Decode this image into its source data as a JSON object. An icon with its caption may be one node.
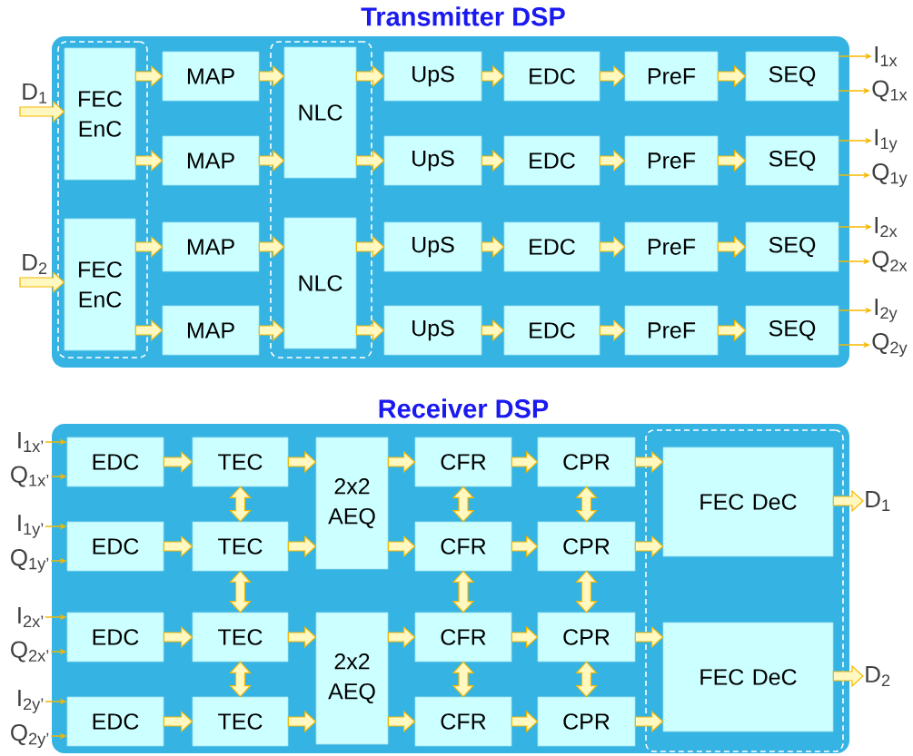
{
  "diagram": {
    "nodes": [
      {
        "text": [
          "Transmitter DSP"
        ]
      },
      {
        "text": [],
        "shape": "box",
        "in": 0
      },
      {
        "text": [
          "FEC EnC"
        ],
        "in": 1
      },
      {
        "text": [
          "FEC EnC"
        ],
        "in": 1
      },
      {
        "text": [
          "MAP"
        ],
        "in": 0
      },
      {
        "text": [
          "MAP"
        ],
        "in": 0
      },
      {
        "text": [
          "MAP"
        ],
        "in": 0
      },
      {
        "text": [
          "MAP"
        ],
        "in": 0
      },
      {
        "text": [],
        "shape": "box",
        "in": 0
      },
      {
        "text": [
          "NLC"
        ],
        "in": 8
      },
      {
        "text": [
          "NLC"
        ],
        "in": 8
      },
      {
        "text": [
          "UpS"
        ],
        "in": 0
      },
      {
        "text": [
          "UpS"
        ],
        "in": 0
      },
      {
        "text": [
          "UpS"
        ],
        "in": 0
      },
      {
        "text": [
          "UpS"
        ],
        "in": 0
      },
      {
        "text": [
          "EDC"
        ],
        "in": 0
      },
      {
        "text": [
          "EDC"
        ],
        "in": 0
      },
      {
        "text": [
          "EDC"
        ],
        "in": 0
      },
      {
        "text": [
          "EDC"
        ],
        "in": 0
      },
      {
        "text": [
          "PreF"
        ],
        "in": 0
      },
      {
        "text": [
          "PreF"
        ],
        "in": 0
      },
      {
        "text": [
          "PreF"
        ],
        "in": 0
      },
      {
        "text": [
          "PreF"
        ],
        "in": 0
      },
      {
        "text": [
          "SEQ"
        ],
        "in": 0
      },
      {
        "text": [
          "SEQ"
        ],
        "in": 0
      },
      {
        "text": [
          "SEQ"
        ],
        "in": 0
      },
      {
        "text": [
          "SEQ"
        ],
        "in": 0
      },
      {
        "text": [
          "D$_{1}$"
        ]
      },
      {
        "text": [
          "D$_{2}$"
        ]
      },
      {
        "text": [
          "I$_{1x}$"
        ]
      },
      {
        "text": [
          "Q$_{1x}$"
        ]
      },
      {
        "text": [
          "I$_{1y}$"
        ]
      },
      {
        "text": [
          "Q$_{1y}$"
        ]
      },
      {
        "text": [
          "I$_{2x}$"
        ]
      },
      {
        "text": [
          "Q$_{2x}$"
        ]
      },
      {
        "text": [
          "I$_{2y}$"
        ]
      },
      {
        "text": [
          "Q$_{2y}$"
        ]
      },
      {
        "text": [
          "Receiver DSP"
        ]
      },
      {
        "text": [
          "I$_{1x’}$"
        ]
      },
      {
        "text": [
          "Q$_{1x’}$"
        ]
      },
      {
        "text": [
          "I$_{1y’}$"
        ]
      },
      {
        "text": [
          "Q$_{1y’}$"
        ]
      },
      {
        "text": [
          "I$_{2x’}$"
        ]
      },
      {
        "text": [
          "Q$_{2x’}$"
        ]
      },
      {
        "text": [
          "I$_{2y’}$"
        ]
      },
      {
        "text": [
          "Q$_{2y’}$"
        ]
      },
      {
        "text": [
          "EDC"
        ],
        "in": 37
      },
      {
        "text": [
          "EDC"
        ],
        "in": 37
      },
      {
        "text": [
          "EDC"
        ],
        "in": 37
      },
      {
        "text": [
          "EDC"
        ],
        "in": 37
      },
      {
        "text": [
          "TEC"
        ],
        "in": 37
      },
      {
        "text": [
          "TEC"
        ],
        "in": 37
      },
      {
        "text": [
          "TEC"
        ],
        "in": 37
      },
      {
        "text": [
          "TEC"
        ],
        "in": 37
      },
      {
        "text": [
          "2x2 AEQ"
        ],
        "in": 37
      },
      {
        "text": [
          "2x2 AEQ"
        ],
        "in": 37
      },
      {
        "text": [
          "CFR"
        ],
        "in": 37
      },
      {
        "text": [
          "CFR"
        ],
        "in": 37
      },
      {
        "text": [
          "CFR"
        ],
        "in": 37
      },
      {
        "text": [
          "CFR"
        ],
        "in": 37
      },
      {
        "text": [
          "CPR"
        ],
        "in": 37
      },
      {
        "text": [
          "CPR"
        ],
        "in": 37
      },
      {
        "text": [
          "CPR"
        ],
        "in": 37
      },
      {
        "text": [
          "CPR"
        ],
        "in": 37
      },
      {
        "text": [],
        "shape": "box",
        "in": 37
      },
      {
        "text": [
          "FEC DeC"
        ],
        "in": 64
      },
      {
        "text": [
          "FEC DeC"
        ],
        "in": 64
      },
      {
        "text": [
          "D$_{1}$"
        ]
      },
      {
        "text": [
          "D$_{2}$"
        ]
      }
    ],
    "edges": [
      {
        "from": 27,
        "to": 2,
        "arrow": "to"
      },
      {
        "from": 28,
        "to": 3,
        "arrow": "to"
      },
      {
        "from": 2,
        "to": 4,
        "arrow": "to"
      },
      {
        "from": 2,
        "to": 5,
        "arrow": "to"
      },
      {
        "from": 3,
        "to": 6,
        "arrow": "to"
      },
      {
        "from": 3,
        "to": 7,
        "arrow": "to"
      },
      {
        "from": 4,
        "to": 9,
        "arrow": "to"
      },
      {
        "from": 5,
        "to": 9,
        "arrow": "to"
      },
      {
        "from": 6,
        "to": 10,
        "arrow": "to"
      },
      {
        "from": 7,
        "to": 10,
        "arrow": "to"
      },
      {
        "from": 9,
        "to": 11,
        "arrow": "to"
      },
      {
        "from": 9,
        "to": 12,
        "arrow": "to"
      },
      {
        "from": 10,
        "to": 13,
        "arrow": "to"
      },
      {
        "from": 10,
        "to": 14,
        "arrow": "to"
      },
      {
        "from": 11,
        "to": 15,
        "arrow": "to"
      },
      {
        "from": 12,
        "to": 16,
        "arrow": "to"
      },
      {
        "from": 13,
        "to": 17,
        "arrow": "to"
      },
      {
        "from": 14,
        "to": 18,
        "arrow": "to"
      },
      {
        "from": 15,
        "to": 19,
        "arrow": "to"
      },
      {
        "from": 16,
        "to": 20,
        "arrow": "to"
      },
      {
        "from": 17,
        "to": 21,
        "arrow": "to"
      },
      {
        "from": 18,
        "to": 22,
        "arrow": "to"
      },
      {
        "from": 19,
        "to": 23,
        "arrow": "to"
      },
      {
        "from": 20,
        "to": 24,
        "arrow": "to"
      },
      {
        "from": 21,
        "to": 25,
        "arrow": "to"
      },
      {
        "from": 22,
        "to": 26,
        "arrow": "to"
      },
      {
        "from": 23,
        "to": 29,
        "arrow": "to"
      },
      {
        "from": 23,
        "to": 30,
        "arrow": "to"
      },
      {
        "from": 24,
        "to": 31,
        "arrow": "to"
      },
      {
        "from": 24,
        "to": 32,
        "arrow": "to"
      },
      {
        "from": 25,
        "to": 33,
        "arrow": "to"
      },
      {
        "from": 25,
        "to": 34,
        "arrow": "to"
      },
      {
        "from": 26,
        "to": 35,
        "arrow": "to"
      },
      {
        "from": 26,
        "to": 36,
        "arrow": "to"
      },
      {
        "from": 38,
        "to": 46,
        "arrow": "to"
      },
      {
        "from": 39,
        "to": 46,
        "arrow": "to"
      },
      {
        "from": 40,
        "to": 47,
        "arrow": "to"
      },
      {
        "from": 41,
        "to": 47,
        "arrow": "to"
      },
      {
        "from": 42,
        "to": 48,
        "arrow": "to"
      },
      {
        "from": 43,
        "to": 48,
        "arrow": "to"
      },
      {
        "from": 44,
        "to": 49,
        "arrow": "to"
      },
      {
        "from": 45,
        "to": 49,
        "arrow": "to"
      },
      {
        "from": 46,
        "to": 50,
        "arrow": "to"
      },
      {
        "from": 47,
        "to": 51,
        "arrow": "to"
      },
      {
        "from": 48,
        "to": 52,
        "arrow": "to"
      },
      {
        "from": 49,
        "to": 53,
        "arrow": "to"
      },
      {
        "from": 50,
        "to": 54,
        "arrow": "to"
      },
      {
        "from": 51,
        "to": 54,
        "arrow": "to"
      },
      {
        "from": 52,
        "to": 55,
        "arrow": "to"
      },
      {
        "from": 53,
        "to": 55,
        "arrow": "to"
      },
      {
        "from": 54,
        "to": 56,
        "arrow": "to"
      },
      {
        "from": 54,
        "to": 57,
        "arrow": "to"
      },
      {
        "from": 55,
        "to": 58,
        "arrow": "to"
      },
      {
        "from": 55,
        "to": 59,
        "arrow": "to"
      },
      {
        "from": 56,
        "to": 60,
        "arrow": "to"
      },
      {
        "from": 57,
        "to": 61,
        "arrow": "to"
      },
      {
        "from": 58,
        "to": 62,
        "arrow": "to"
      },
      {
        "from": 59,
        "to": 63,
        "arrow": "to"
      },
      {
        "from": 60,
        "to": 65,
        "arrow": "to"
      },
      {
        "from": 61,
        "to": 65,
        "arrow": "to"
      },
      {
        "from": 62,
        "to": 66,
        "arrow": "to"
      },
      {
        "from": 63,
        "to": 66,
        "arrow": "to"
      },
      {
        "from": 65,
        "to": 67,
        "arrow": "to"
      },
      {
        "from": 66,
        "to": 68,
        "arrow": "to"
      },
      {
        "from": 50,
        "to": 51,
        "arrow": "both"
      },
      {
        "from": 51,
        "to": 52,
        "arrow": "both"
      },
      {
        "from": 52,
        "to": 53,
        "arrow": "both"
      },
      {
        "from": 56,
        "to": 57,
        "arrow": "both"
      },
      {
        "from": 57,
        "to": 58,
        "arrow": "both"
      },
      {
        "from": 58,
        "to": 59,
        "arrow": "both"
      },
      {
        "from": 60,
        "to": 61,
        "arrow": "both"
      },
      {
        "from": 61,
        "to": 62,
        "arrow": "both"
      },
      {
        "from": 62,
        "to": 63,
        "arrow": "both"
      }
    ]
  }
}
